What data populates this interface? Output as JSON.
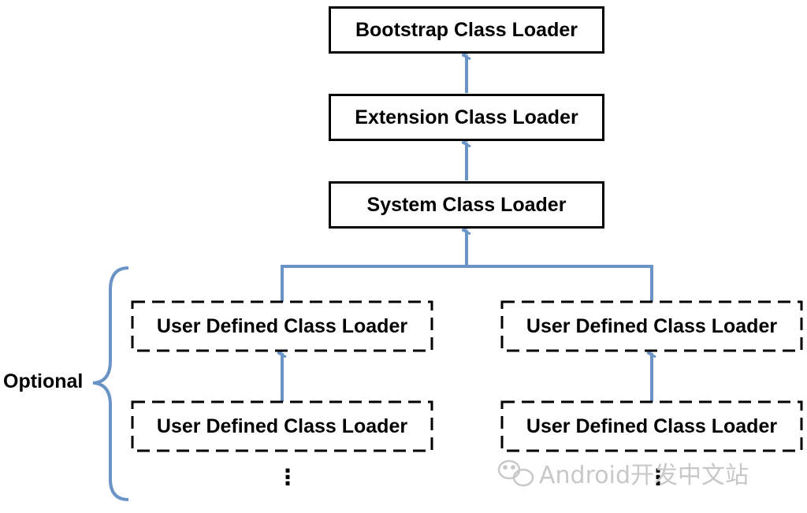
{
  "nodes": {
    "bootstrap": "Bootstrap Class Loader",
    "extension": "Extension Class Loader",
    "system": "System Class Loader",
    "user_left_top": "User Defined Class Loader",
    "user_right_top": "User Defined Class Loader",
    "user_left_bottom": "User Defined Class Loader",
    "user_right_bottom": "User Defined Class Loader"
  },
  "brace_label": "Optional",
  "continuation": "⋮",
  "watermark": {
    "text": "Android开发中文站",
    "icon": "wechat-icon"
  },
  "colors": {
    "arrow": "#6a93c6",
    "box_border": "#000000",
    "watermark": "#c8c8c8"
  }
}
